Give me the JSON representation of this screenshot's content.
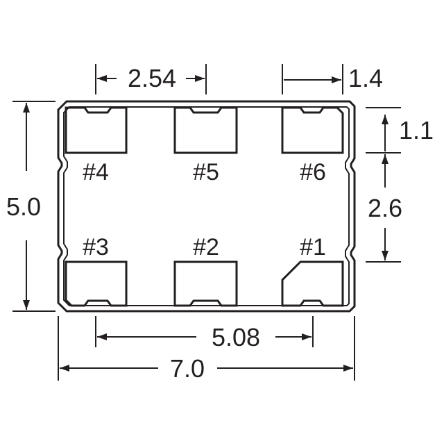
{
  "dimensions": {
    "pad_pitch": "2.54",
    "pad_width": "1.4",
    "pad_height": "1.1",
    "pad_row_gap": "2.6",
    "body_height": "5.0",
    "outer_pad_span": "5.08",
    "body_width": "7.0"
  },
  "pads": {
    "p1": "#1",
    "p2": "#2",
    "p3": "#3",
    "p4": "#4",
    "p5": "#5",
    "p6": "#6"
  },
  "colors": {
    "ink": "#231f20",
    "background": "#ffffff"
  }
}
